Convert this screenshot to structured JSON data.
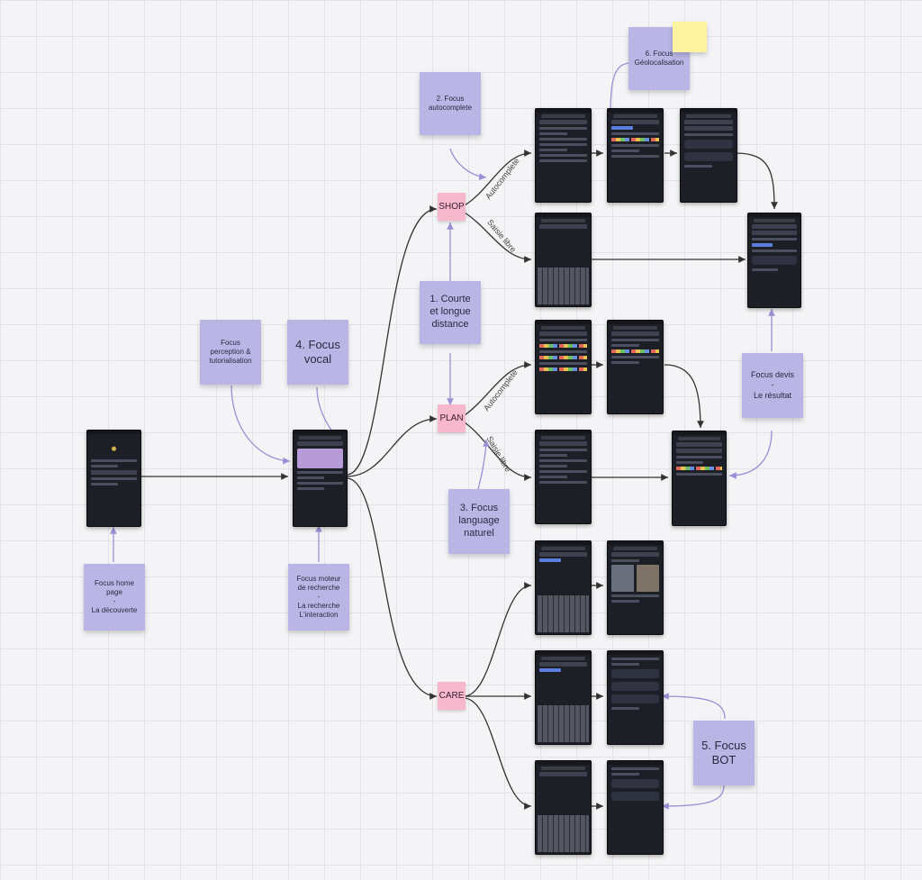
{
  "notes": {
    "home": [
      "Focus home",
      "page",
      "-",
      "La découverte"
    ],
    "perception": [
      "Focus",
      "perception &",
      "tutorialisation"
    ],
    "vocal": [
      "4. Focus",
      "vocal"
    ],
    "moteur": [
      "Focus moteur",
      "de recherche",
      "-",
      "La recherche",
      "L'interaction"
    ],
    "autocomplete": [
      "2. Focus",
      "autocomplete"
    ],
    "distance": [
      "1. Courte",
      "et longue",
      "distance"
    ],
    "langage": [
      "3. Focus",
      "language",
      "naturel"
    ],
    "geoloc": [
      "6. Focus",
      "Géolocalisation"
    ],
    "devis": [
      "Focus devis",
      "-",
      "Le résultat"
    ],
    "bot": [
      "5. Focus",
      "BOT"
    ]
  },
  "nodes": {
    "shop": "SHOP",
    "plan": "PLAN",
    "care": "CARE"
  },
  "edge_labels": {
    "shop_autocomplete": "Autocomplete",
    "shop_saisie": "Saisie libre",
    "plan_autocomplete": "Autocomplete",
    "plan_saisie": "Saisie libre"
  },
  "colors": {
    "sticky": "#b9b6e6",
    "node": "#f7b7cc",
    "arrow": "#9b8fd6",
    "connector": "#333333"
  }
}
